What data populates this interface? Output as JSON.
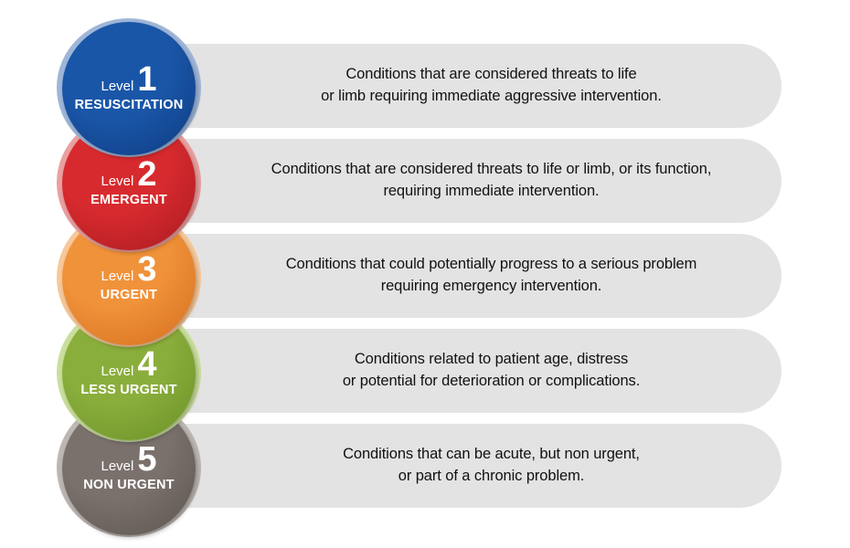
{
  "levels": [
    {
      "level_word": "Level",
      "number": "1",
      "name": "RESUSCITATION",
      "description": "Conditions that are considered threats to life\nor limb requiring immediate aggressive intervention.",
      "color": "#1a56a8",
      "color_dark": "#0e3b80",
      "halo": "#9fb6d8"
    },
    {
      "level_word": "Level",
      "number": "2",
      "name": "EMERGENT",
      "description": "Conditions that are considered threats to life or limb, or its function,\nrequiring immediate intervention.",
      "color": "#d72a2e",
      "color_dark": "#a81c22",
      "halo": "#eaa0a0"
    },
    {
      "level_word": "Level",
      "number": "3",
      "name": "URGENT",
      "description": "Conditions that could potentially progress to a serious problem\nrequiring emergency intervention.",
      "color": "#f0923a",
      "color_dark": "#d46d1e",
      "halo": "#f7c89a"
    },
    {
      "level_word": "Level",
      "number": "4",
      "name": "LESS URGENT",
      "description": "Conditions related to patient age, distress\nor potential for deterioration or complications.",
      "color": "#8aae3c",
      "color_dark": "#6a8f26",
      "halo": "#cadf9c"
    },
    {
      "level_word": "Level",
      "number": "5",
      "name": "NON URGENT",
      "description": "Conditions that can be acute, but non urgent,\nor part of a chronic problem.",
      "color": "#7a716d",
      "color_dark": "#5c5450",
      "halo": "#bdb6b3"
    }
  ]
}
